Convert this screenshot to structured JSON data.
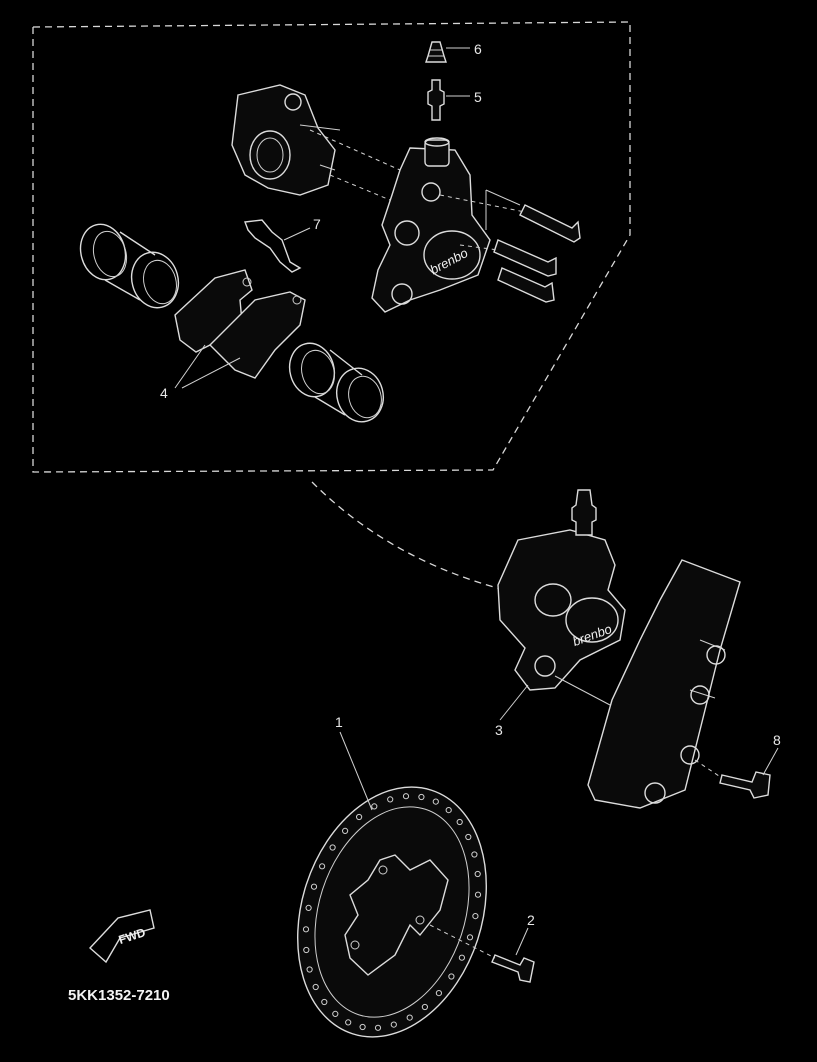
{
  "labels": {
    "p1": "1",
    "p2": "2",
    "p3": "3",
    "p4": "4",
    "p5": "5",
    "p6": "6",
    "p7": "7",
    "p8": "8"
  },
  "brand_text": {
    "caliper_exploded": "brenbo",
    "caliper_assembled": "brenbo"
  },
  "fwd_arrow_label": "FWD",
  "catalog_code": "5KK1352-7210",
  "colors": {
    "background": "#000000",
    "line": "#dcdcdc"
  }
}
